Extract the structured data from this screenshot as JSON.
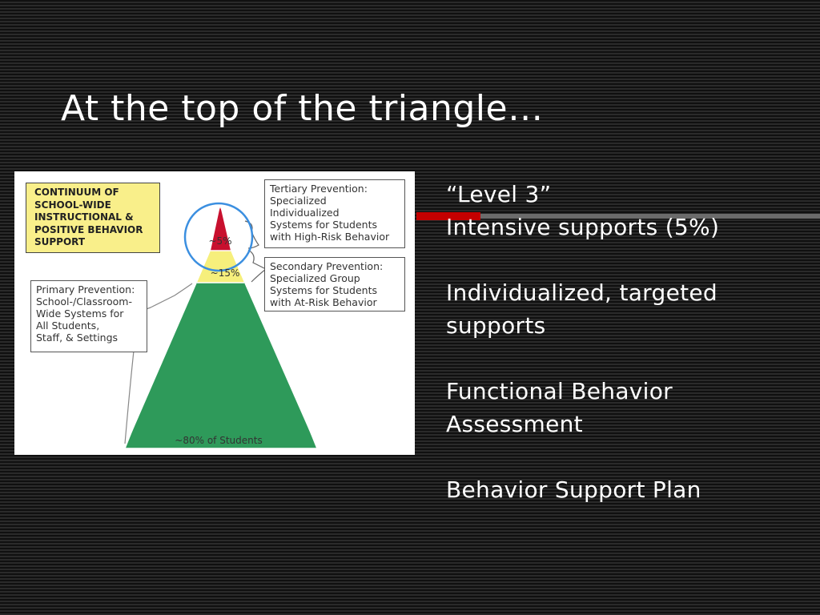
{
  "slide": {
    "title": "At the top of the triangle…"
  },
  "figure": {
    "heading_box": "CONTINUUM OF\nSCHOOL-WIDE\nINSTRUCTIONAL &\nPOSITIVE BEHAVIOR\nSUPPORT",
    "tertiary_box": "Tertiary Prevention:\nSpecialized\nIndividualized\nSystems for Students\nwith High-Risk Behavior",
    "secondary_box": "Secondary Prevention:\nSpecialized Group\nSystems for Students\nwith At-Risk Behavior",
    "primary_box": "Primary Prevention:\nSchool-/Classroom-\nWide Systems for\nAll Students,\nStaff, & Settings",
    "tiers": [
      {
        "label": "~5%",
        "color": "#c8102e"
      },
      {
        "label": "~15%",
        "color": "#f6ef7c"
      },
      {
        "label": "~80% of Students",
        "color": "#2e9a5a"
      }
    ],
    "highlight_color": "#3b8fe0"
  },
  "content": {
    "items": [
      "“Level 3”\nIntensive supports (5%)",
      "Individualized, targeted\nsupports",
      "Functional Behavior\nAssessment",
      "Behavior Support Plan"
    ]
  },
  "accent": {
    "red": "#c40000",
    "gray": "#6b6b6b"
  }
}
